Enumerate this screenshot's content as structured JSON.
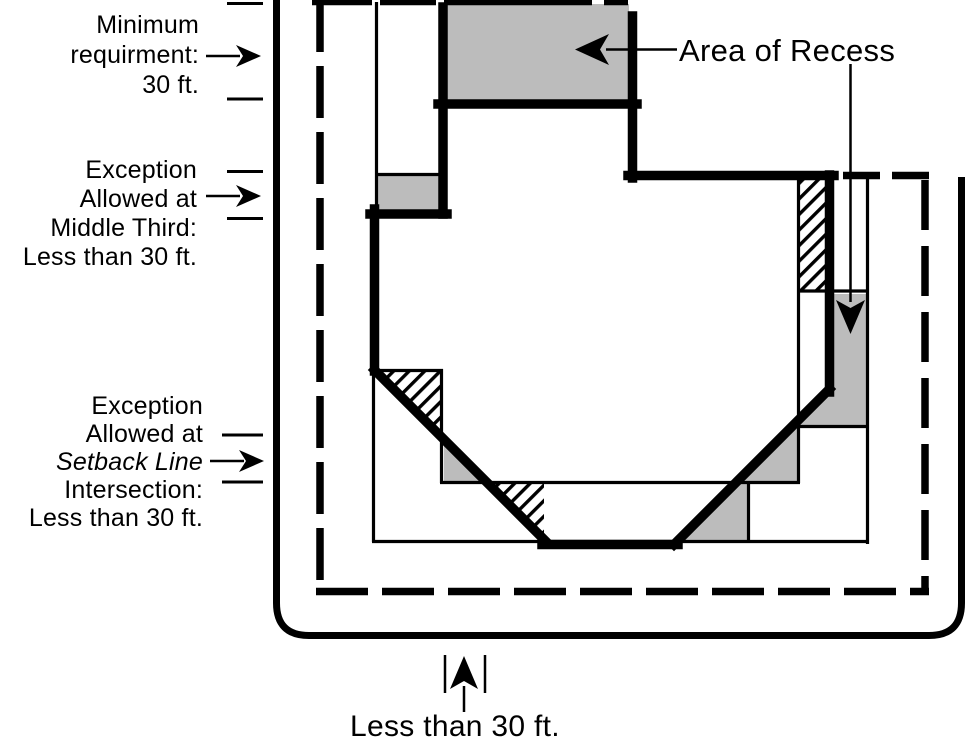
{
  "colors": {
    "ink": "#000000",
    "recess_gray": "#bcbcbc",
    "paper": "#ffffff"
  },
  "annotations": {
    "minimum_requirement": {
      "line1": "Minimum",
      "line2": "requirment:",
      "line3": "30 ft."
    },
    "middle_third_exception": {
      "line1": "Exception",
      "line2": "Allowed at",
      "line3": "Middle Third:",
      "line4": "Less than 30 ft."
    },
    "setback_intersection_exception": {
      "line1": "Exception",
      "line2": "Allowed at",
      "line3": "Setback Line",
      "line4": "Intersection:",
      "line5": "Less than 30 ft."
    },
    "area_of_recess": {
      "label": "Area of Recess"
    },
    "front_setback": {
      "label": "Less than 30 ft."
    }
  }
}
